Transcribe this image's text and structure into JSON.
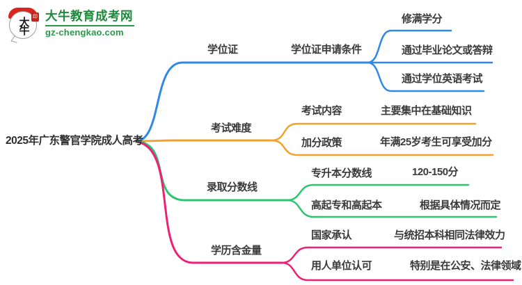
{
  "brand": {
    "logo_glyphs": "大牛",
    "seal_glyph": "印",
    "site_name": "大牛教育成考网",
    "site_domain": "gz-chengkao.com",
    "name_color": "#1e8a3c",
    "seal_red": "#d7261d"
  },
  "mindmap": {
    "root": "2025年广东警官学院成人高考",
    "text_color": "#3a3a3a",
    "branches": [
      {
        "label": "学位证",
        "color": "#2F88E8",
        "children": [
          {
            "label": "学位证申请条件",
            "children": [
              "修满学分",
              "通过毕业论文或答辩",
              "通过学位英语考试"
            ]
          }
        ]
      },
      {
        "label": "考试难度",
        "color": "#F2A22B",
        "children": [
          {
            "label": "考试内容",
            "children": [
              "主要集中在基础知识"
            ]
          },
          {
            "label": "加分政策",
            "children": [
              "年满25岁考生可享受加分"
            ]
          }
        ]
      },
      {
        "label": "录取分数线",
        "color": "#2BC56D",
        "children": [
          {
            "label": "专升本分数线",
            "children": [
              "120-150分"
            ]
          },
          {
            "label": "高起专和高起本",
            "children": [
              "根据具体情况而定"
            ]
          }
        ]
      },
      {
        "label": "学历含金量",
        "color": "#EE1F74",
        "children": [
          {
            "label": "国家承认",
            "children": [
              "与统招本科相同法律效力"
            ]
          },
          {
            "label": "用人单位认可",
            "children": [
              "特别是在公安、法律领域"
            ]
          }
        ]
      }
    ]
  }
}
